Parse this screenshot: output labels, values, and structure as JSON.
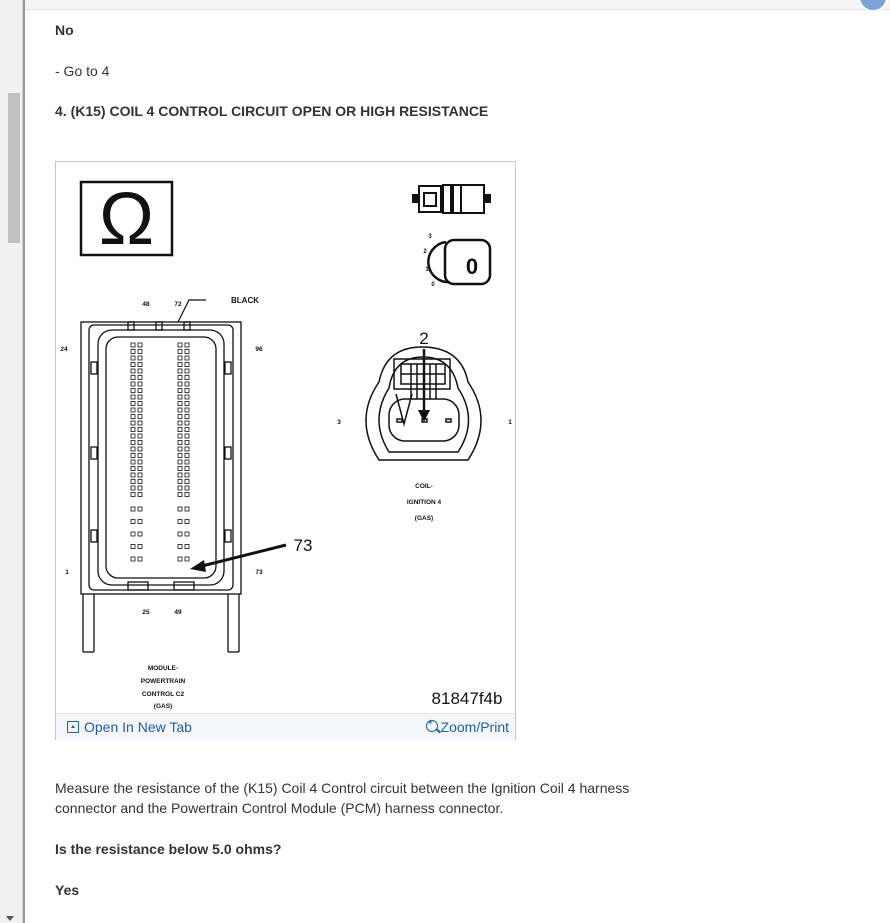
{
  "content": {
    "answer_no": "No",
    "goto": "-  Go to 4",
    "step_heading": "4. (K15) COIL 4 CONTROL CIRCUIT OPEN OR HIGH RESISTANCE",
    "measure": "Measure the resistance of the (K15) Coil 4 Control circuit between the Ignition Coil 4 harness connector and the Powertrain Control Module (PCM) harness connector.",
    "question": "Is the resistance below 5.0 ohms?",
    "answer_yes": "Yes"
  },
  "figure": {
    "omega": "Ω",
    "pcm_label_line1": "MODULE-",
    "pcm_label_line2": "POWERTRAIN",
    "pcm_label_line3": "CONTROL C2",
    "pcm_label_line4": "(GAS)",
    "coil_label_line1": "COIL-",
    "coil_label_line2": "IGNITION 4",
    "coil_label_line3": "(GAS)",
    "wire_color": "BLACK",
    "pin_48": "48",
    "pin_72": "72",
    "pin_24": "24",
    "pin_96": "96",
    "pin_1": "1",
    "pin_73_small": "73",
    "pin_25": "25",
    "pin_49": "49",
    "callout_73": "73",
    "callout_2": "2",
    "coil_pin_3": "3",
    "coil_pin_1": "1",
    "key_0_big": "0",
    "key_3": "3",
    "key_2": "2",
    "key_1": "1",
    "key_0": "0",
    "figure_id": "81847f4b",
    "open_new_tab": "Open In New Tab",
    "zoom_print": "Zoom/Print"
  }
}
